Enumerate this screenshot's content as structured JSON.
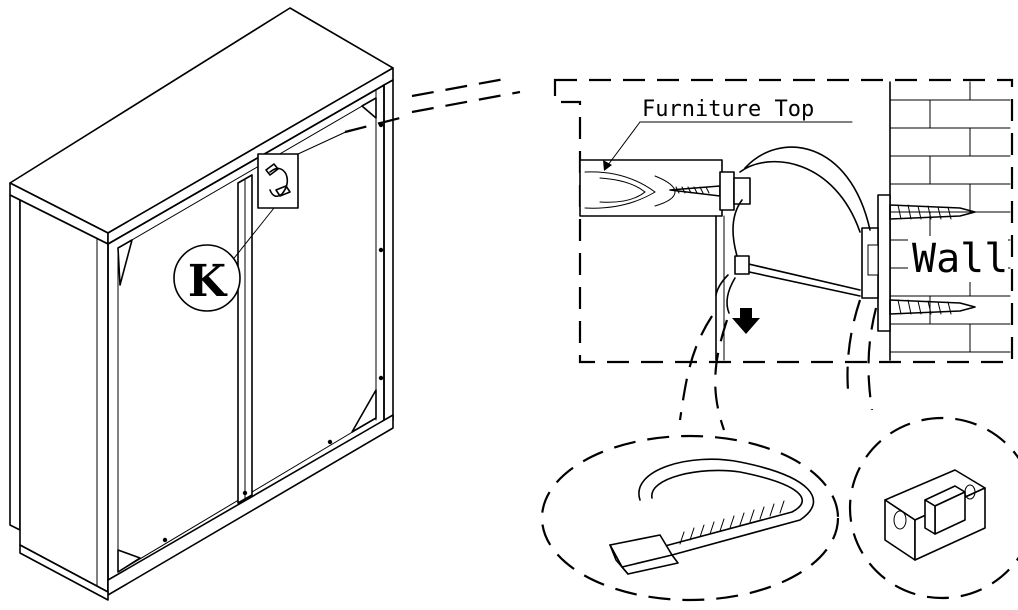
{
  "labels": {
    "callout_letter": "K",
    "furniture_top": "Furniture Top",
    "wall": "Wall"
  },
  "icons": {
    "down_arrow": "arrow-down-icon"
  }
}
